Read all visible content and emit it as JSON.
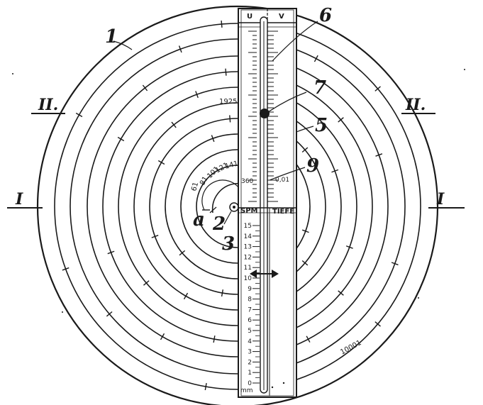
{
  "labels": {
    "part_1": "1",
    "part_2": "2",
    "part_3": "3",
    "part_5": "5",
    "part_6": "6",
    "part_7": "7",
    "part_9": "9",
    "part_a": "a",
    "roman_I_left": "I",
    "roman_I_right": "I",
    "roman_II_left": "II.",
    "roman_II_right": "II."
  },
  "spiral_numbers": {
    "n61": "61",
    "n81": "81",
    "n101": "101",
    "n121": "121",
    "n141": "141",
    "n1925": "1925",
    "n360": "360",
    "n001": "0,01",
    "n10001": "10001"
  },
  "slide": {
    "header_left": "U",
    "header_right": "V",
    "lower_left": "SPM",
    "lower_right": "TIEFE",
    "unit": "mm",
    "scale": [
      "0",
      "1",
      "2",
      "3",
      "4",
      "5",
      "6",
      "7",
      "8",
      "9",
      "10",
      "11",
      "12",
      "13",
      "14",
      "15"
    ]
  },
  "colors": {
    "ink": "#1a1a1a",
    "paper": "#ffffff"
  }
}
